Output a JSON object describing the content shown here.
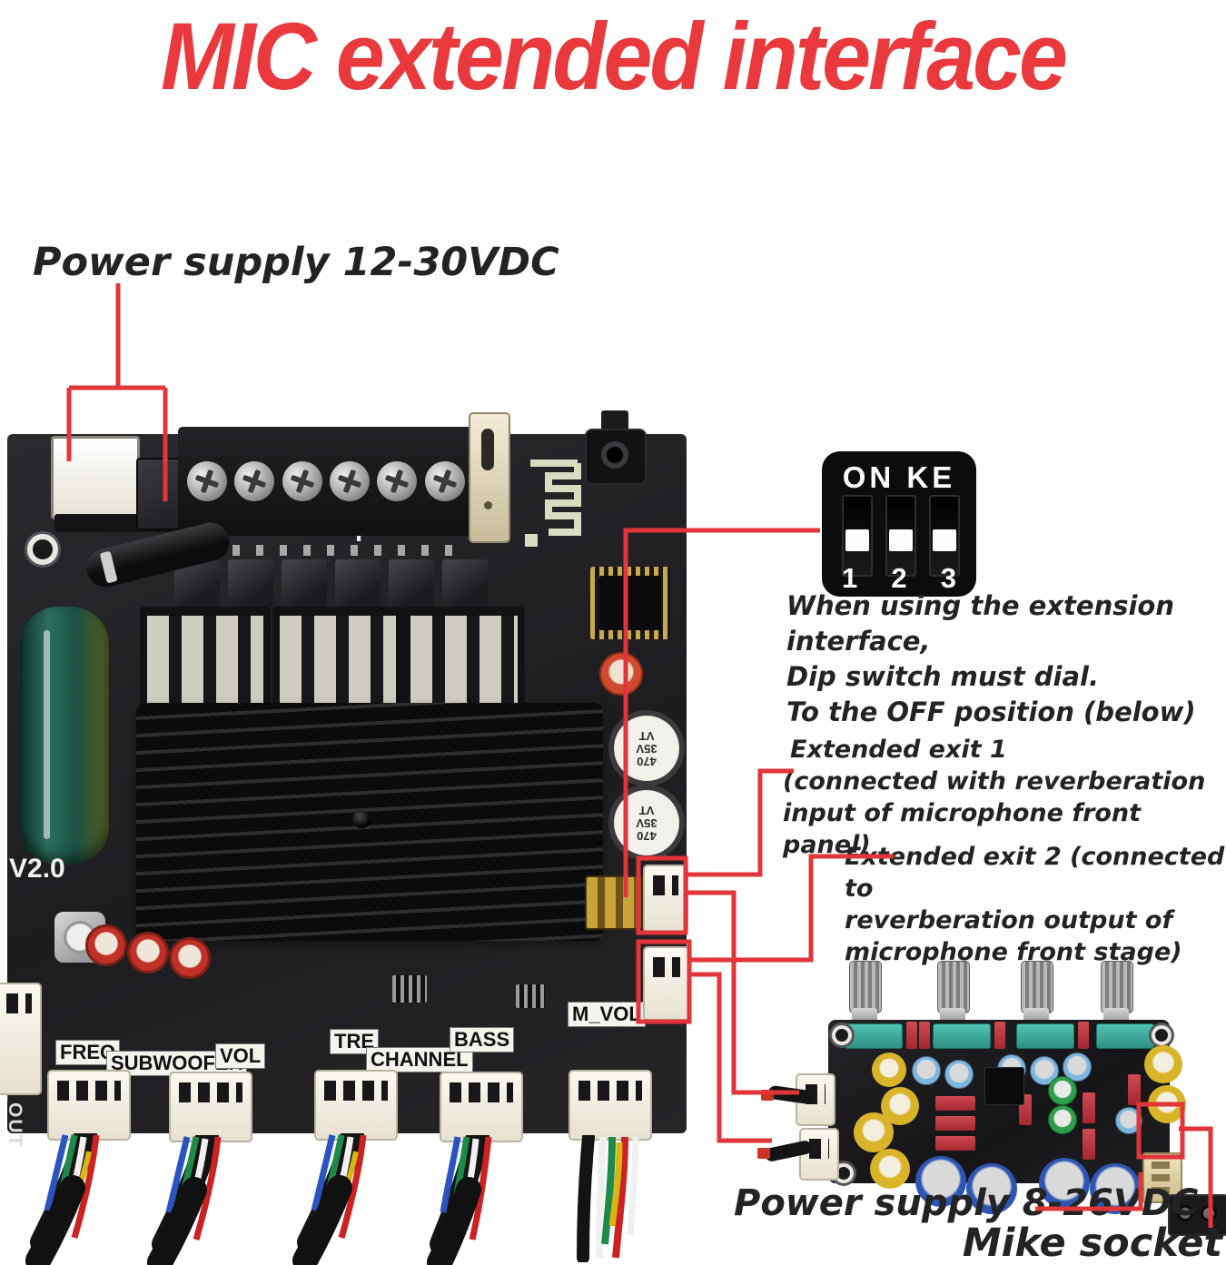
{
  "title": {
    "text": "MIC extended interface",
    "color": "#e9393d"
  },
  "colors": {
    "accent_red": "#e23539",
    "board_black": "#1d1d20",
    "pot_teal": "#3aa99a"
  },
  "callouts": {
    "power_main": "Power supply 12-30VDC",
    "dip_note": [
      "When using the extension interface,",
      "Dip switch must dial.",
      "To the OFF position (below)"
    ],
    "exit1": [
      "Extended exit 1",
      "(connected with reverberation",
      "input of microphone front panel)"
    ],
    "exit2": [
      "Extended exit 2 (connected to",
      "reverberation output of",
      "microphone front stage)"
    ],
    "power_mike": "Power supply 8-26VDC",
    "mike_board": "Mike socket board"
  },
  "dip_switch": {
    "header_left": "ON",
    "header_right": "KE",
    "numbers": [
      "1",
      "2",
      "3"
    ]
  },
  "amp_board": {
    "version": "V2.0",
    "sub_out": "SUB_OUT",
    "plus": "+",
    "minus": "—",
    "labels": [
      "FREQ",
      "SUBWOOFER",
      "VOL",
      "TRE",
      "CHANNEL",
      "BASS",
      "M_VOL"
    ],
    "cap_text": [
      "470",
      "35V",
      "VT"
    ]
  }
}
